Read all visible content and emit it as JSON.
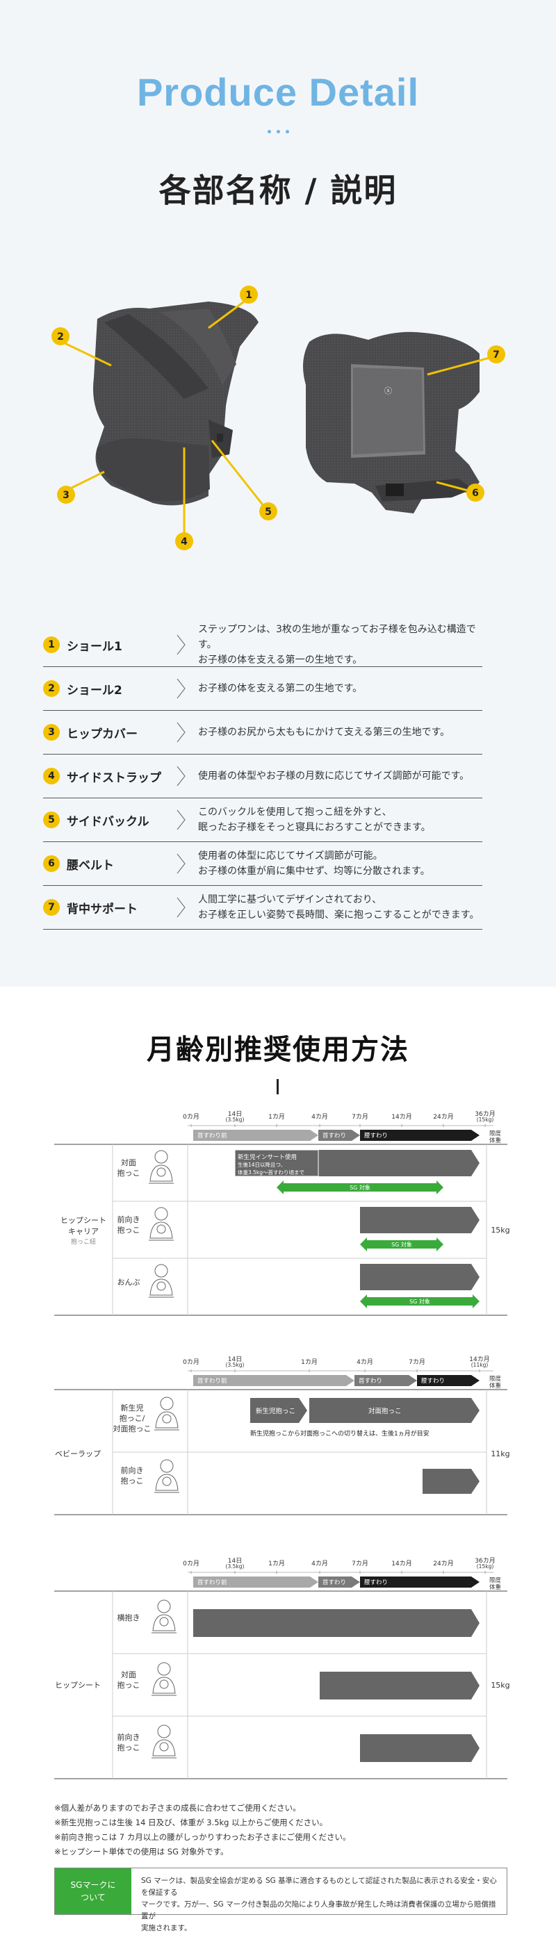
{
  "hero": {
    "title": "Produce Detail",
    "section_title": "各部名称 / 説明"
  },
  "photos": {
    "front_callouts": [
      "1",
      "2",
      "3",
      "4",
      "5"
    ],
    "back_callouts": [
      "7",
      "6"
    ]
  },
  "parts": [
    {
      "num": "1",
      "name": "ショール1",
      "desc": [
        "ステップワンは、3枚の生地が重なってお子様を包み込む構造です。",
        "お子様の体を支える第一の生地です。"
      ]
    },
    {
      "num": "2",
      "name": "ショール2",
      "desc": [
        "お子様の体を支える第二の生地です。"
      ]
    },
    {
      "num": "3",
      "name": "ヒップカバー",
      "desc": [
        "お子様のお尻から太ももにかけて支える第三の生地です。"
      ]
    },
    {
      "num": "4",
      "name": "サイドストラップ",
      "desc": [
        "使用者の体型やお子様の月数に応じてサイズ調節が可能です。"
      ]
    },
    {
      "num": "5",
      "name": "サイドバックル",
      "desc": [
        "このバックルを使用して抱っこ紐を外すと、",
        "眠ったお子様をそっと寝具におろすことができます。"
      ]
    },
    {
      "num": "6",
      "name": "腰ベルト",
      "desc": [
        "使用者の体型に応じてサイズ調節が可能。",
        "お子様の体重が肩に集中せず、均等に分散されます。"
      ]
    },
    {
      "num": "7",
      "name": "背中サポート",
      "desc": [
        "人間工学に基づいてデザインされており、",
        "お子様を正しい姿勢で長時間、楽に抱っこすることができます。"
      ]
    }
  ],
  "usage": {
    "title": "月齢別推奨使用方法",
    "tables": [
      {
        "name": "ヒップシートキャリア",
        "mode_label": [
          "ヒップシート",
          "キャリア",
          "抱っこ紐"
        ],
        "columns": [
          "0カ月",
          "14日",
          "(3.5kg)",
          "1カ月",
          "4カ月",
          "7カ月",
          "14カ月",
          "24カ月",
          "36カ月",
          "(15kg)"
        ],
        "stages": [
          "首すわり前",
          "首すわり",
          "腰すわり"
        ],
        "limit": [
          "限度",
          "体重"
        ],
        "weight": "15kg",
        "rows": [
          {
            "label": [
              "対面",
              "抱っこ"
            ],
            "note": [
              "新生児インサート使用",
              "生後14日以降且つ、",
              "体重3.5kg～首すわり頃まで"
            ],
            "sg": "SG 対象"
          },
          {
            "label": [
              "前向き",
              "抱っこ"
            ],
            "sg": "SG 対象"
          },
          {
            "label": [
              "おんぶ"
            ],
            "sg": "SG 対象"
          }
        ]
      },
      {
        "name": "ベビーラップ",
        "columns": [
          "0カ月",
          "14日",
          "(3.5kg)",
          "1カ月",
          "4カ月",
          "7カ月",
          "14カ月",
          "(11kg)"
        ],
        "stages": [
          "首すわり前",
          "首すわり",
          "腰すわり"
        ],
        "limit": [
          "限度",
          "体重"
        ],
        "weight": "11kg",
        "rows": [
          {
            "label": [
              "新生児",
              "抱っこ/",
              "対面抱っこ"
            ],
            "arrow1": "新生児抱っこ",
            "arrow2": "対面抱っこ",
            "note": "新生児抱っこから対面抱っこへの切り替えは、生後1ヵ月が目安"
          },
          {
            "label": [
              "前向き",
              "抱っこ"
            ]
          }
        ]
      },
      {
        "name": "ヒップシート",
        "columns": [
          "0カ月",
          "14日",
          "(3.5kg)",
          "1カ月",
          "4カ月",
          "7カ月",
          "14カ月",
          "24カ月",
          "36カ月",
          "(15kg)"
        ],
        "stages": [
          "首すわり前",
          "首すわり",
          "腰すわり"
        ],
        "limit": [
          "限度",
          "体重"
        ],
        "weight": "15kg",
        "rows": [
          {
            "label": [
              "横抱き"
            ]
          },
          {
            "label": [
              "対面",
              "抱っこ"
            ]
          },
          {
            "label": [
              "前向き",
              "抱っこ"
            ]
          }
        ]
      }
    ],
    "notes": [
      "※個人差がありますのでお子さまの成長に合わせてご使用ください。",
      "※新生児抱っこは生後 14 日及び、体重が 3.5kg 以上からご使用ください。",
      "※前向き抱っこは 7 カ月以上の腰がしっかりすわったお子さまにご使用ください。",
      "※ヒップシート単体での使用は SG 対象外です。"
    ],
    "sg": {
      "label": [
        "SGマークに",
        "ついて"
      ],
      "text": [
        "SG マークは、製品安全協会が定める SG 基準に適合するものとして認証された製品に表示される安全・安心を保証する",
        "マークです。万が一、SG マーク付き製品の欠陥により人身事故が発生した時は消費者保護の立場から賠償措置が",
        "実施されます。"
      ]
    }
  },
  "colors": {
    "accent": "#6fb4e3",
    "badge": "#f2c200",
    "sg_green": "#3aaa3a",
    "arrow_dark": "#666666",
    "stage_light": "#a8a8a8",
    "stage_dark": "#1c1c1c"
  }
}
